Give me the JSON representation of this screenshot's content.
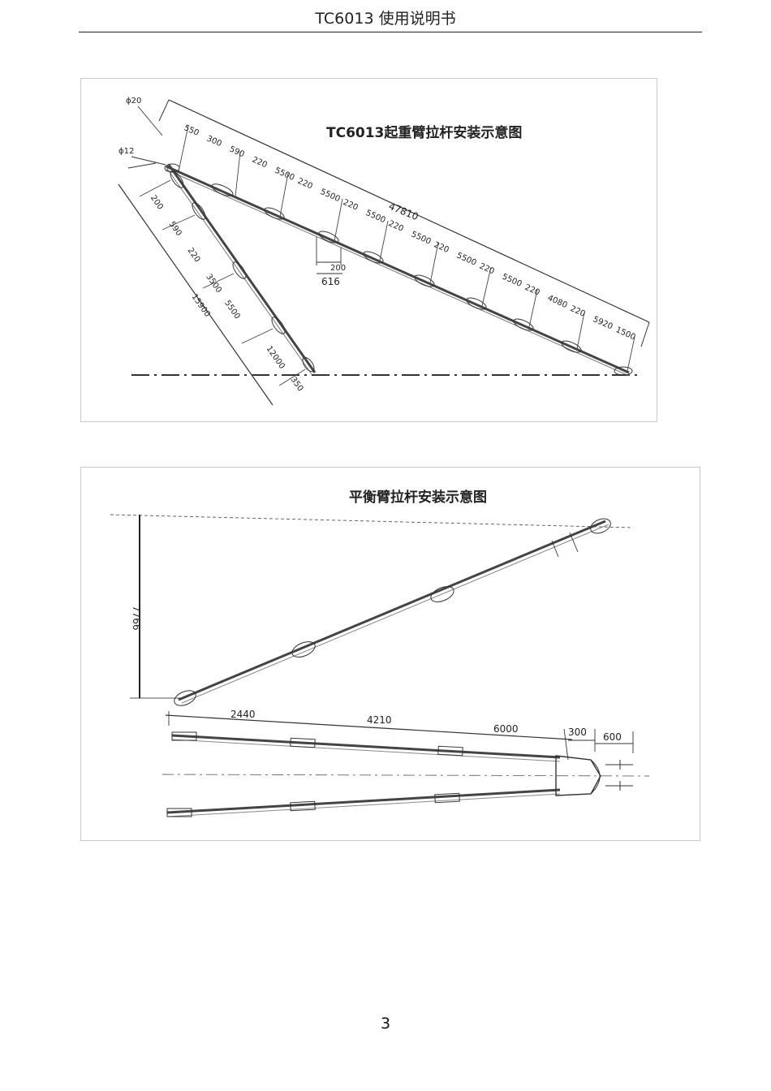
{
  "header": {
    "title": "TC6013 使用说明书"
  },
  "figure1": {
    "title": "TC6013起重臂拉杆安装示意图",
    "labels": {
      "phi20": "ϕ20",
      "phi12": "ϕ12",
      "total": "47810",
      "top_segments": [
        "550",
        "300",
        "590",
        "220",
        "5500",
        "220",
        "5500",
        "220",
        "5500",
        "220",
        "5500",
        "220",
        "5500",
        "220",
        "5500",
        "220",
        "4080",
        "220",
        "5920",
        "1500"
      ],
      "joint_200": "200",
      "joint_616": "616",
      "lower_segments": [
        "200",
        "590",
        "220",
        "3500",
        "5500"
      ],
      "lower_total_1": "15900",
      "lower_total_2": "12000",
      "lower_end": "350"
    }
  },
  "figure2": {
    "title": "平衡臂拉杆安装示意图",
    "labels": {
      "height": "7766",
      "seg1": "2440",
      "seg2": "4210",
      "seg3": "6000",
      "seg4": "300",
      "seg5": "600"
    }
  },
  "page": {
    "number": "3"
  }
}
